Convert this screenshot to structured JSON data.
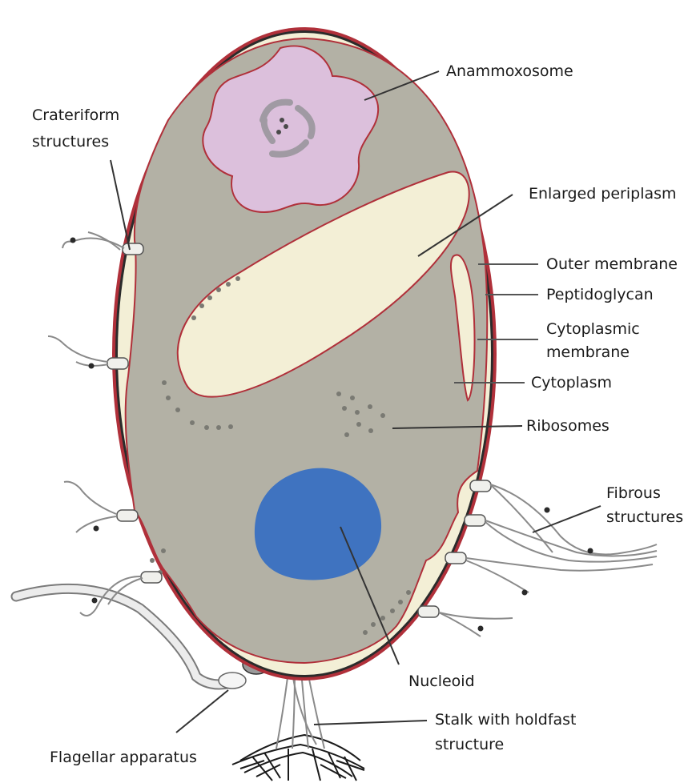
{
  "labels": {
    "anammoxosome": "Anammoxosome",
    "crateriform_1": "Crateriform",
    "crateriform_2": "structures",
    "enlarged_periplasm": "Enlarged periplasm",
    "outer_membrane": "Outer membrane",
    "peptidoglycan": "Peptidoglycan",
    "cytoplasmic_1": "Cytoplasmic",
    "cytoplasmic_2": "membrane",
    "cytoplasm": "Cytoplasm",
    "ribosomes": "Ribosomes",
    "fibrous_1": "Fibrous",
    "fibrous_2": "structures",
    "nucleoid": "Nucleoid",
    "stalk_1": "Stalk with holdfast",
    "stalk_2": "structure",
    "flagellar": "Flagellar apparatus"
  },
  "colors": {
    "outer_membrane": "#b0303a",
    "cell_wall_dark": "#2b2b2b",
    "periplasm": "#f3efd6",
    "cytoplasm": "#b3b1a5",
    "anammoxosome": "#dcc0dc",
    "nucleoid": "#3f73c0",
    "ribosome": "#7a7a73"
  }
}
